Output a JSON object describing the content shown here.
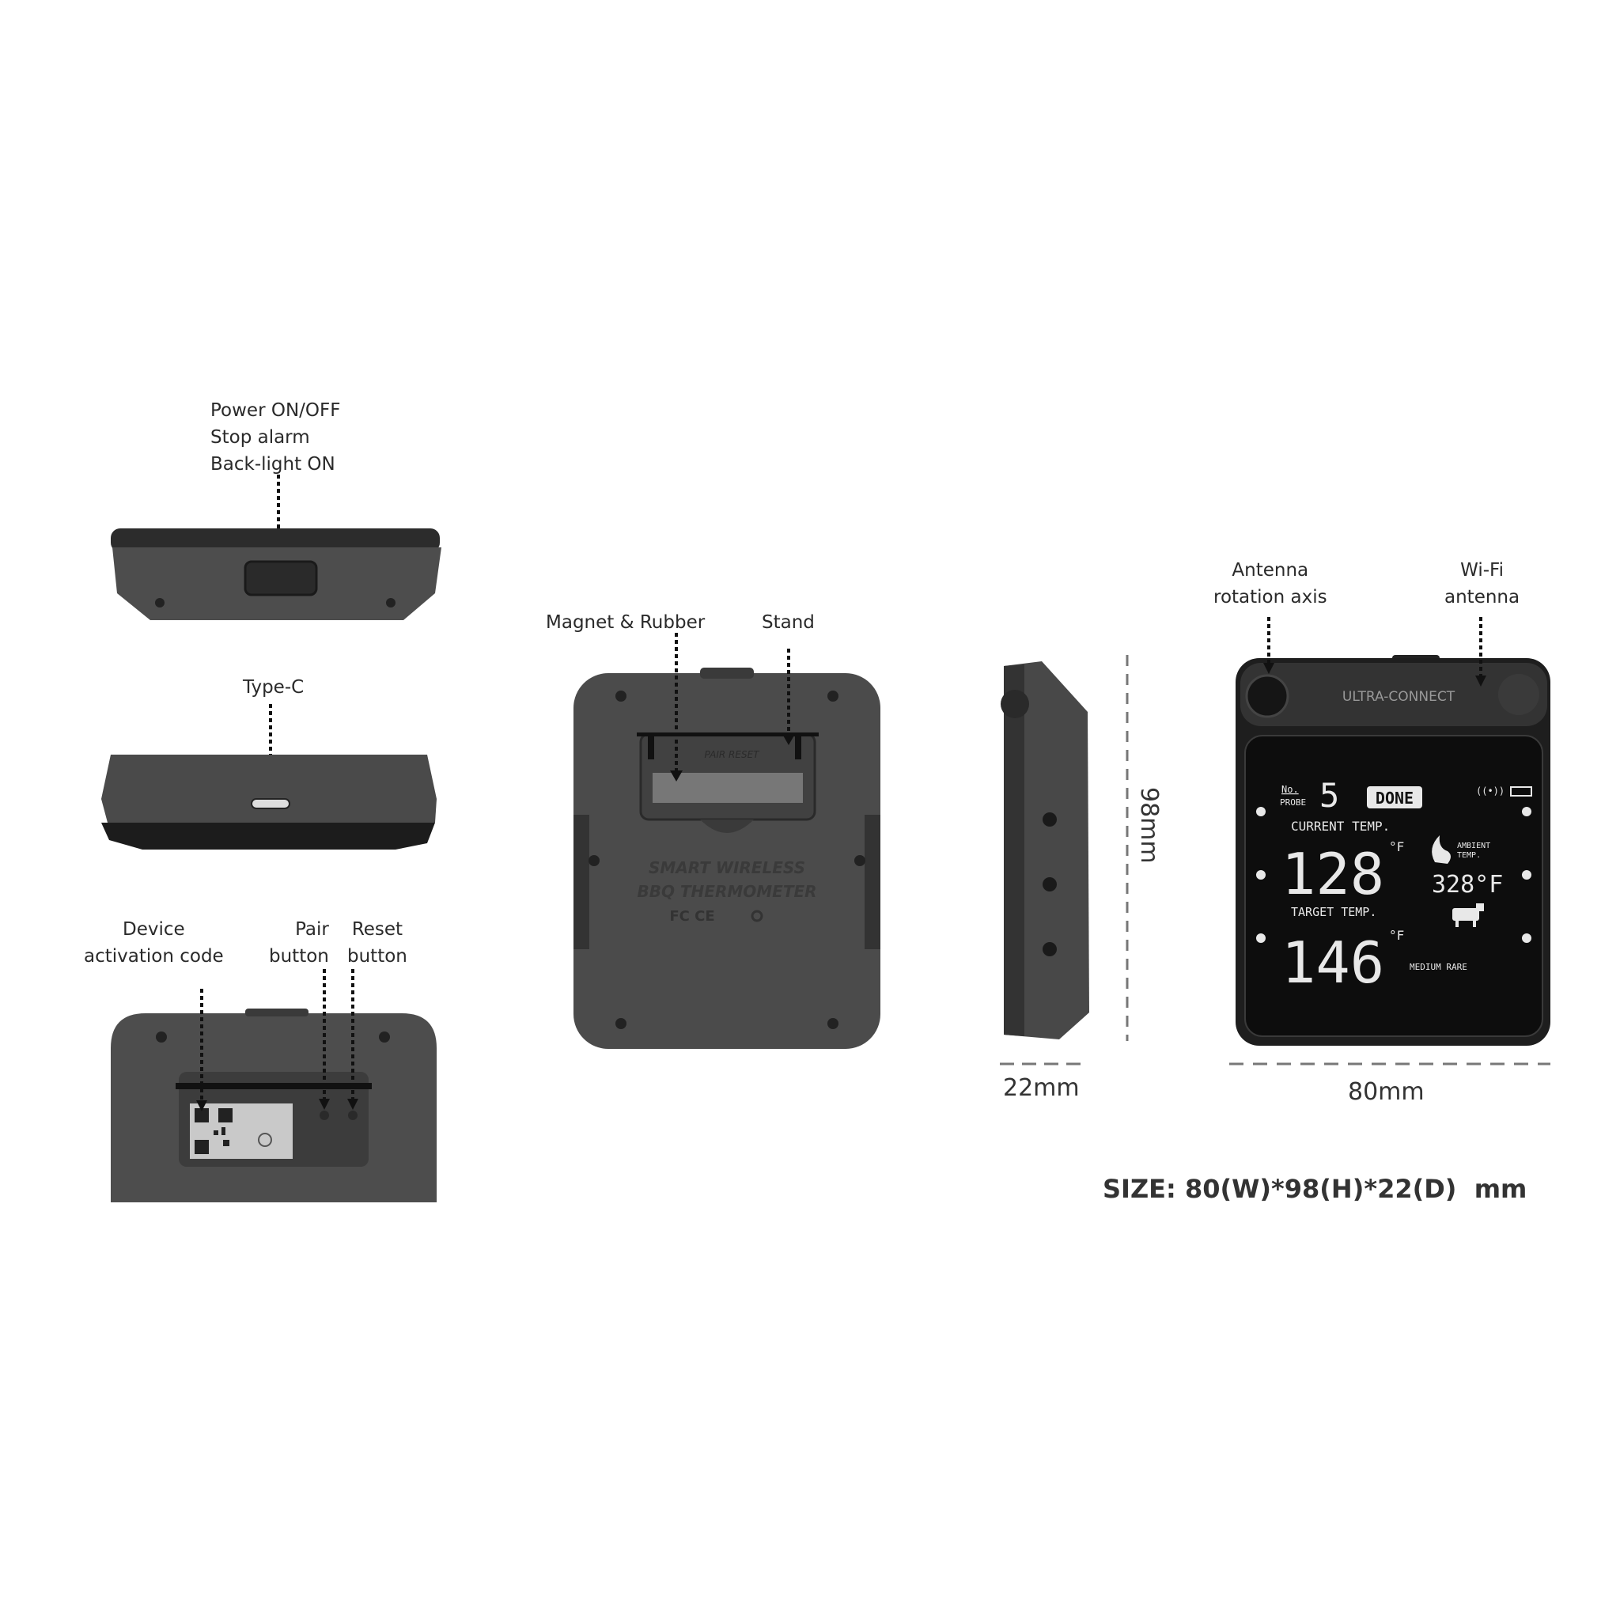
{
  "labels": {
    "power": [
      "Power ON/OFF",
      "Stop alarm",
      "Back-light ON"
    ],
    "type_c": "Type-C",
    "activation": [
      "Device",
      "activation code"
    ],
    "pair": [
      "Pair",
      "button"
    ],
    "reset": [
      "Reset",
      "button"
    ],
    "magnet": "Magnet & Rubber",
    "stand": "Stand",
    "antenna": [
      "Antenna",
      "rotation axis"
    ],
    "wifi": [
      "Wi-Fi",
      "antenna"
    ]
  },
  "back_panel": {
    "buttons_text": "PAIR RESET",
    "product_line1": "SMART WIRELESS",
    "product_line2": "BBQ THERMOMETER",
    "cert_marks": "FC CE"
  },
  "front_panel": {
    "brand": "ULTRA-CONNECT",
    "probe_no": "No.",
    "probe_label": "PROBE",
    "probe_number": "5",
    "status": "DONE",
    "current_label": "CURRENT TEMP.",
    "current_temp": "128",
    "unit": "°F",
    "target_label": "TARGET TEMP.",
    "target_temp": "146",
    "ambient_label1": "AMBIENT",
    "ambient_label2": "TEMP.",
    "ambient_temp": "328°F",
    "doneness": "MEDIUM RARE",
    "icons": [
      "signal-icon",
      "battery-icon",
      "flame-icon",
      "cow-icon"
    ]
  },
  "dimensions": {
    "height": "98mm",
    "depth": "22mm",
    "width": "80mm",
    "size_line": "SIZE: 80(W)*98(H)*22(D)  mm"
  },
  "colors": {
    "body": "#4a4a4a",
    "dark": "#1a1a1a",
    "screen": "#0d0d0d",
    "lcd": "#e8e8e8"
  }
}
